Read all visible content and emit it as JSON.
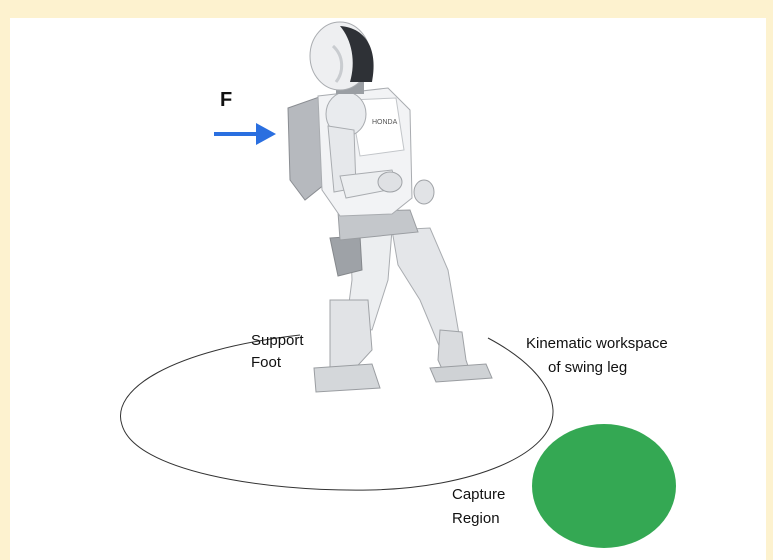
{
  "labels": {
    "force": "F",
    "support_foot_line1": "Support",
    "support_foot_line2": "Foot",
    "workspace_line1": "Kinematic workspace",
    "workspace_line2": "of swing leg",
    "capture_line1": "Capture",
    "capture_line2": "Region"
  },
  "colors": {
    "background": "#fdf2cf",
    "force_arrow": "#2a6fe0",
    "capture_region": "#34a853",
    "workspace_outline": "#333333"
  },
  "icons": {
    "robot": "humanoid-robot-icon"
  }
}
